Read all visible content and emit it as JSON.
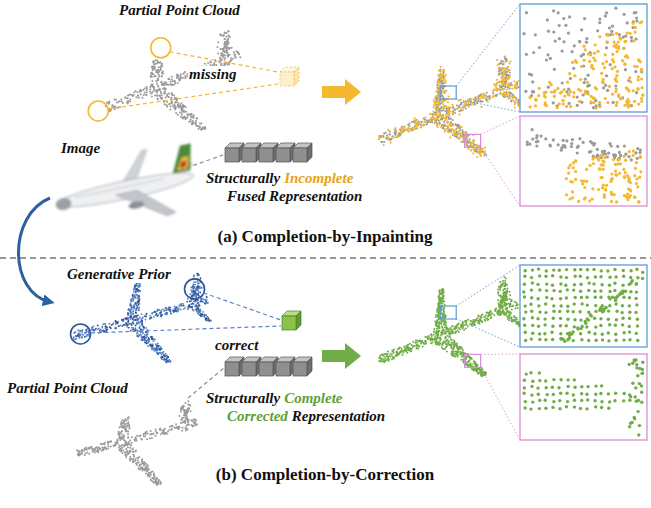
{
  "diagram": {
    "labels": [
      "Partial Point Cloud",
      "missing",
      "Image",
      "Structurally",
      "Incomplete",
      "Fused Representation",
      "(a) Completion-by-Inpainting",
      "Generative Prior",
      "correct",
      "Partial Point Cloud",
      "Structurally",
      "Complete",
      "Corrected",
      "Representation",
      "(b) Completion-by-Correction"
    ]
  }
}
